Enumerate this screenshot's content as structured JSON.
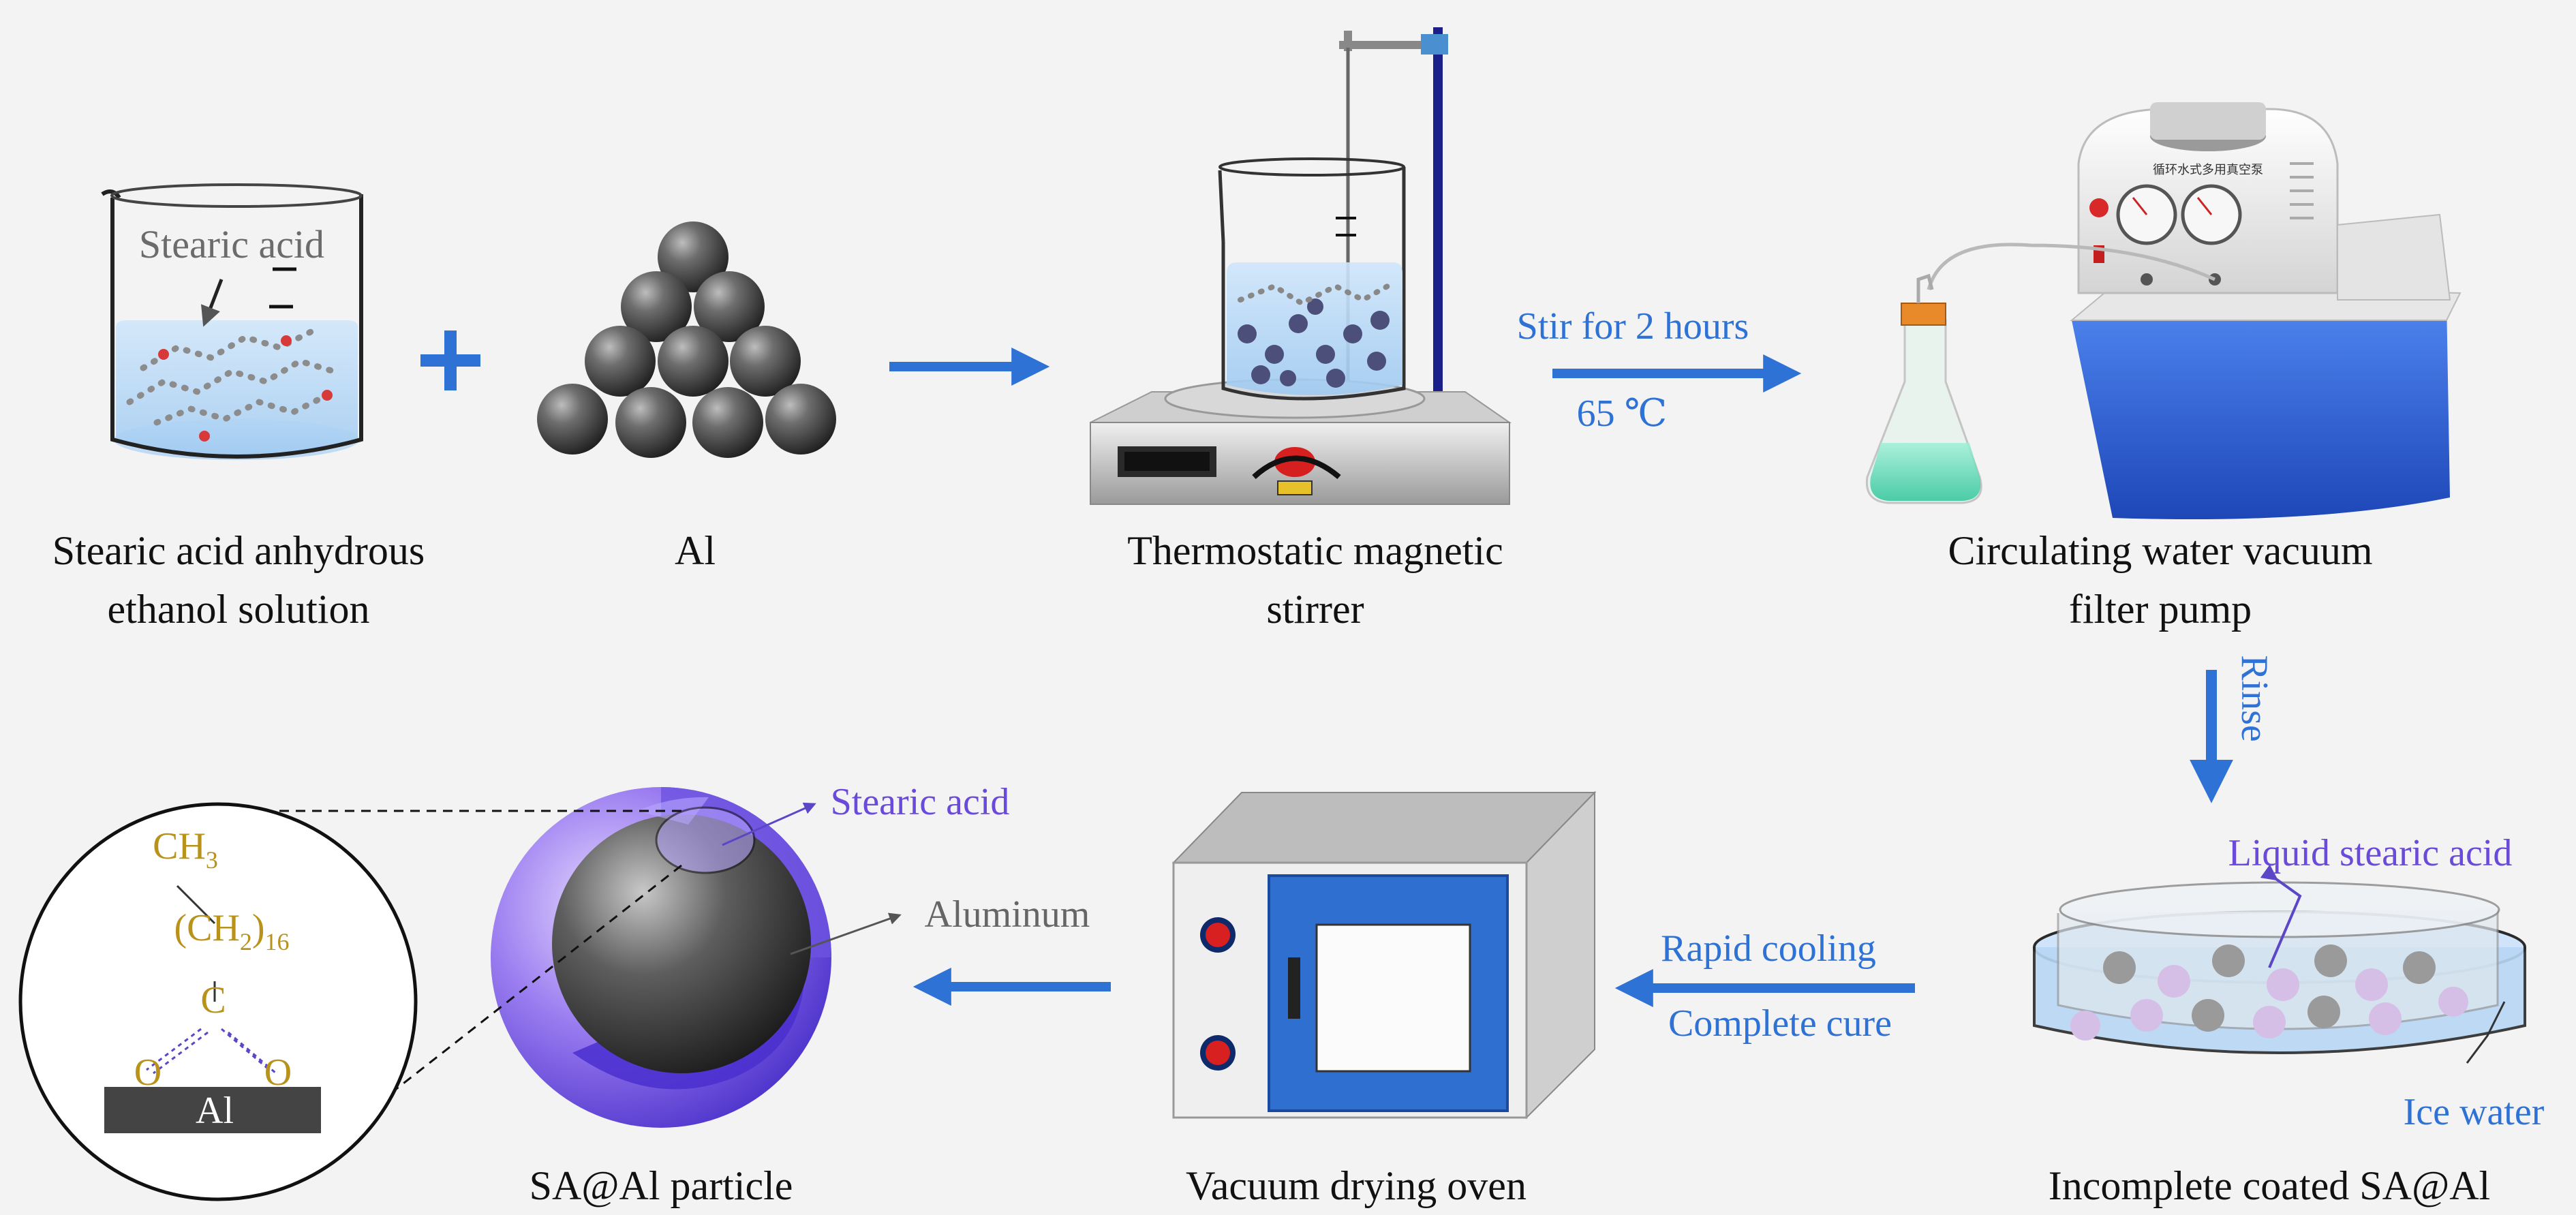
{
  "colors": {
    "background": "#f3f3f3",
    "arrow": "#2f72d6",
    "label_blue": "#2f72d6",
    "label_purple": "#6a4ad8",
    "chem_gold": "#b8921a",
    "oven_blue": "#2e6fd0",
    "pump_blue": "#2b5fd0"
  },
  "steps": {
    "solution": {
      "caption_l1": "Stearic acid anhydrous",
      "caption_l2": "ethanol solution",
      "inner_label": "Stearic acid",
      "icon": "beaker-icon"
    },
    "aluminum": {
      "caption": "Al",
      "icon": "particle-pyramid-icon"
    },
    "stirrer": {
      "caption_l1": "Thermostatic magnetic",
      "caption_l2": "stirrer",
      "icon": "magnetic-stirrer-icon"
    },
    "pump": {
      "caption_l1": "Circulating water vacuum",
      "caption_l2": "filter pump",
      "icon": "vacuum-pump-icon"
    },
    "coated": {
      "caption": "Incomplete coated SA@Al",
      "label_liquid": "Liquid stearic acid",
      "label_ice": "Ice water",
      "icon": "ice-bath-icon"
    },
    "oven": {
      "caption": "Vacuum drying oven",
      "icon": "drying-oven-icon"
    },
    "particle": {
      "caption": "SA@Al particle",
      "label_shell": "Stearic acid",
      "label_core": "Aluminum",
      "icon": "core-shell-particle-icon"
    }
  },
  "arrows": {
    "stir_time": "Stir for 2 hours",
    "stir_temp": "65 ℃",
    "rinse": "Rinse",
    "cool": "Rapid cooling",
    "cure": "Complete cure"
  },
  "molecule": {
    "ch3": "CH",
    "ch3_sub": "3",
    "ch2_open": "(CH",
    "ch2_sub": "2",
    "ch2_close": ")",
    "ch2_count": "16",
    "carbon": "C",
    "oxygen_left": "O",
    "oxygen_right": "O",
    "substrate": "Al"
  }
}
